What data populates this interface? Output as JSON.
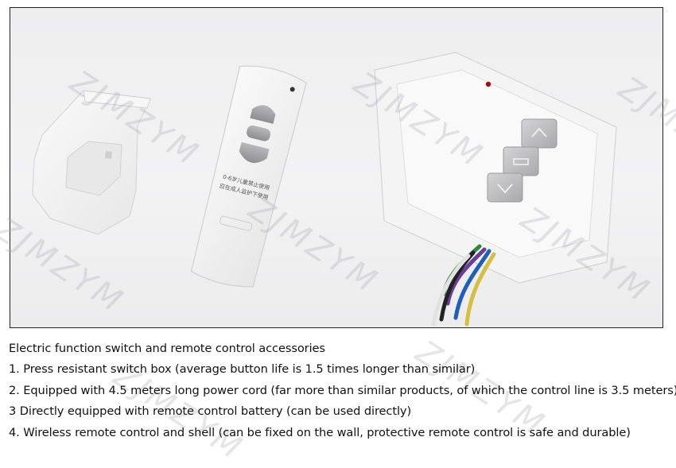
{
  "watermark": {
    "text": "ZJMZYM"
  },
  "remote": {
    "printed_label_line1": "0-6岁儿童禁止使用",
    "printed_label_line2": "应在成人监护下使用"
  },
  "caption": {
    "lines": [
      "Electric function switch and remote control accessories",
      "1. Press resistant switch box (average button life is 1.5 times longer than similar)",
      "2. Equipped with 4.5 meters long power cord (far more than similar products, of which the control line is 3.5 meters)",
      "3 Directly equipped with remote control battery (can be used directly)",
      "4. Wireless remote control and shell (can be fixed on the wall, protective remote control is safe and durable)"
    ]
  },
  "colors": {
    "wire_colors": [
      "#2a8c3a",
      "#6a3d9a",
      "#222222",
      "#1e5fb8",
      "#f2f2f2",
      "#d4c040"
    ],
    "button_grey": "#9a9a9c",
    "led_red": "#a01010"
  }
}
